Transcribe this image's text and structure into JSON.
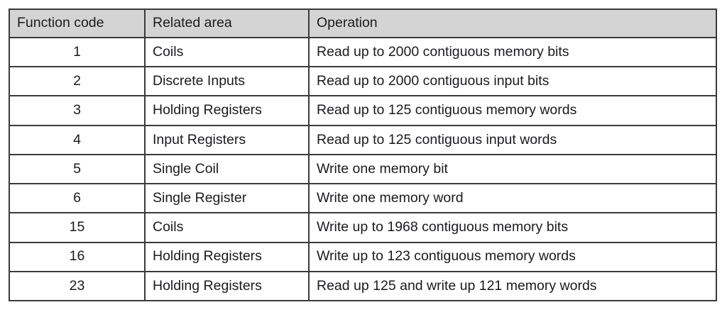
{
  "table": {
    "columns": [
      {
        "key": "code",
        "label": "Function code"
      },
      {
        "key": "area",
        "label": "Related area"
      },
      {
        "key": "operation",
        "label": "Operation"
      }
    ],
    "header_background": "#d4d4d4",
    "border_color": "#3a3a3c",
    "rows": [
      {
        "code": "1",
        "area": "Coils",
        "operation": "Read up to 2000 contiguous memory bits"
      },
      {
        "code": "2",
        "area": "Discrete Inputs",
        "operation": "Read up to 2000 contiguous input bits"
      },
      {
        "code": "3",
        "area": "Holding Registers",
        "operation": "Read up to 125 contiguous memory words"
      },
      {
        "code": "4",
        "area": "Input Registers",
        "operation": "Read up to 125 contiguous input words"
      },
      {
        "code": "5",
        "area": "Single Coil",
        "operation": "Write one memory bit"
      },
      {
        "code": "6",
        "area": "Single Register",
        "operation": "Write one memory word"
      },
      {
        "code": "15",
        "area": "Coils",
        "operation": "Write up to 1968 contiguous memory bits"
      },
      {
        "code": "16",
        "area": "Holding Registers",
        "operation": "Write up to 123 contiguous memory words"
      },
      {
        "code": "23",
        "area": "Holding Registers",
        "operation": "Read up 125 and write up 121 memory words"
      }
    ]
  }
}
